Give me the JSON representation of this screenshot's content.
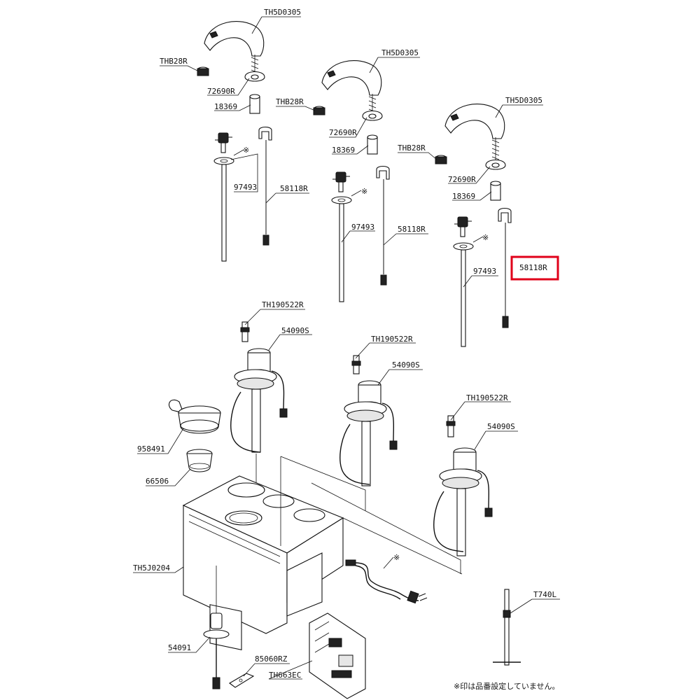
{
  "diagram": {
    "parts": {
      "TH5D0305_a": "TH5D0305",
      "TH5D0305_b": "TH5D0305",
      "TH5D0305_c": "TH5D0305",
      "THB28R_a": "THB28R",
      "THB28R_b": "THB28R",
      "THB28R_c": "THB28R",
      "72690R_a": "72690R",
      "72690R_b": "72690R",
      "72690R_c": "72690R",
      "18369_a": "18369",
      "18369_b": "18369",
      "18369_c": "18369",
      "97493_a": "97493",
      "97493_b": "97493",
      "97493_c": "97493",
      "58118R_a": "58118R",
      "58118R_b": "58118R",
      "58118R_c": "58118R",
      "TH190522R_a": "TH190522R",
      "TH190522R_b": "TH190522R",
      "TH190522R_c": "TH190522R",
      "54090S_a": "54090S",
      "54090S_b": "54090S",
      "54090S_c": "54090S",
      "958491": "958491",
      "66506": "66506",
      "TH5J0204": "TH5J0204",
      "54091": "54091",
      "85060RZ": "85060RZ",
      "TH663EC": "TH663EC",
      "T740L": "T740L"
    },
    "marks": {
      "asterisk_a": "※",
      "asterisk_b": "※",
      "asterisk_c": "※",
      "asterisk_cord": "※"
    },
    "footnote": "※印は品番設定していません。",
    "highlight_color": "#e0001a"
  }
}
